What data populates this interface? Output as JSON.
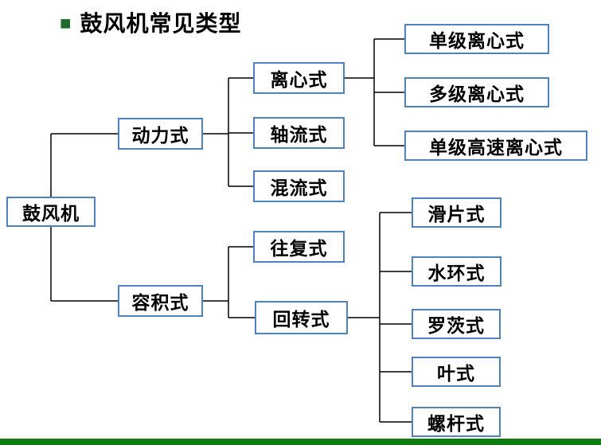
{
  "title": {
    "bullet": "■",
    "text": "鼓风机常见类型"
  },
  "nodes": {
    "root": "鼓风机",
    "dynamic": "动力式",
    "positive": "容积式",
    "centrifugal": "离心式",
    "axial": "轴流式",
    "mixed": "混流式",
    "recip": "往复式",
    "rotary": "回转式",
    "single_cent": "单级离心式",
    "multi_cent": "多级离心式",
    "single_high_cent": "单级高速离心式",
    "sliding": "滑片式",
    "water_ring": "水环式",
    "roots": "罗茨式",
    "vane": "叶式",
    "screw": "螺杆式"
  },
  "colors": {
    "box_border": "#4F81BD",
    "connector": "#000000",
    "footer_bar": "#0E7C0E",
    "title_bullet": "#1F6B2D"
  }
}
